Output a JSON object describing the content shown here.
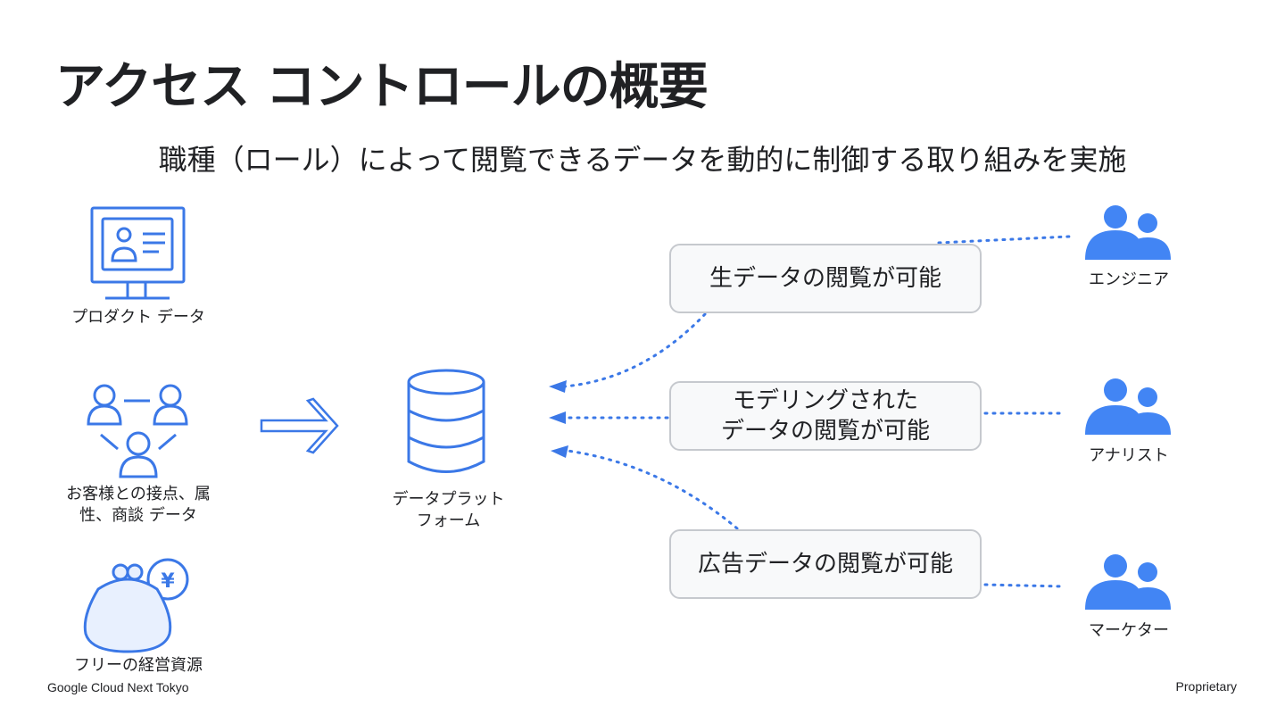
{
  "title": "アクセス コントロールの概要",
  "subtitle": "職種（ロール）によって閲覧できるデータを動的に制御する取り組みを実施",
  "sources": [
    {
      "label": "プロダクト データ",
      "icon": "monitor-profile-icon"
    },
    {
      "label_line1": "お客様との接点、属",
      "label_line2": "性、商談 データ",
      "icon": "people-network-icon"
    },
    {
      "label": "フリーの経営資源",
      "icon": "coin-purse-yen-icon"
    }
  ],
  "platform": {
    "label_line1": "データプラット",
    "label_line2": "フォーム",
    "icon": "database-icon"
  },
  "access_boxes": [
    {
      "line1": "生データの閲覧が可能",
      "line2": ""
    },
    {
      "line1": "モデリングされた",
      "line2": "データの閲覧が可能"
    },
    {
      "line1": "広告データの閲覧が可能",
      "line2": ""
    }
  ],
  "roles": [
    {
      "label": "エンジニア",
      "icon": "user-group-icon"
    },
    {
      "label": "アナリスト",
      "icon": "user-group-icon"
    },
    {
      "label": "マーケター",
      "icon": "user-group-icon"
    }
  ],
  "footer": {
    "left": "Google Cloud Next Tokyo",
    "right": "Proprietary"
  },
  "colors": {
    "accent": "#3b78e7",
    "icon_blue": "#4285f4",
    "box_bg": "#f8f9fa",
    "box_border": "#c6c9ce",
    "text": "#202124"
  }
}
